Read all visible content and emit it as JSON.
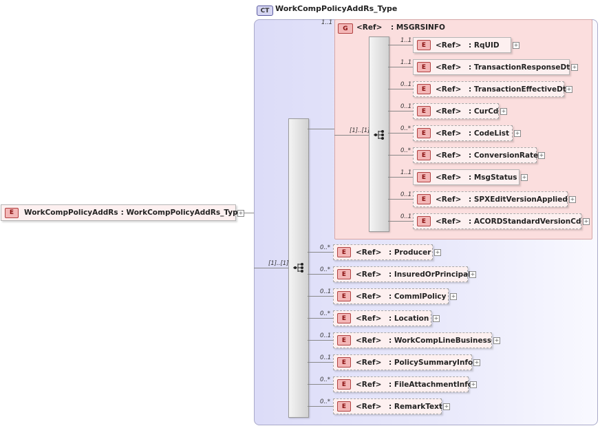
{
  "complex_type": {
    "badge": "CT",
    "name": "WorkCompPolicyAddRs_Type"
  },
  "root": {
    "badge": "E",
    "name": "WorkCompPolicyAddRs",
    "type": ": WorkCompPolicyAddRs_Type"
  },
  "outer_sequence": {
    "cardinality": "[1]..[1]"
  },
  "group": {
    "badge": "G",
    "ref": "<Ref>",
    "name": ": MSGRSINFO",
    "cardinality": "1..1"
  },
  "inner_sequence": {
    "cardinality": "[1]..[1]"
  },
  "group_elements": [
    {
      "badge": "E",
      "ref": "<Ref>",
      "name": ": RqUID",
      "card": "1..1",
      "optional": false
    },
    {
      "badge": "E",
      "ref": "<Ref>",
      "name": ": TransactionResponseDt",
      "card": "1..1",
      "optional": false
    },
    {
      "badge": "E",
      "ref": "<Ref>",
      "name": ": TransactionEffectiveDt",
      "card": "0..1",
      "optional": true
    },
    {
      "badge": "E",
      "ref": "<Ref>",
      "name": ": CurCd",
      "card": "0..1",
      "optional": true
    },
    {
      "badge": "E",
      "ref": "<Ref>",
      "name": ": CodeList",
      "card": "0..*",
      "optional": true
    },
    {
      "badge": "E",
      "ref": "<Ref>",
      "name": ": ConversionRate",
      "card": "0..*",
      "optional": true
    },
    {
      "badge": "E",
      "ref": "<Ref>",
      "name": ": MsgStatus",
      "card": "1..1",
      "optional": false
    },
    {
      "badge": "E",
      "ref": "<Ref>",
      "name": ": SPXEditVersionApplied",
      "card": "0..1",
      "optional": true
    },
    {
      "badge": "E",
      "ref": "<Ref>",
      "name": ": ACORDStandardVersionCd",
      "card": "0..1",
      "optional": true
    }
  ],
  "outer_elements": [
    {
      "badge": "E",
      "ref": "<Ref>",
      "name": ": Producer",
      "card": "0..*",
      "optional": true
    },
    {
      "badge": "E",
      "ref": "<Ref>",
      "name": ": InsuredOrPrincipal",
      "card": "0..*",
      "optional": true
    },
    {
      "badge": "E",
      "ref": "<Ref>",
      "name": ": CommlPolicy",
      "card": "0..1",
      "optional": true
    },
    {
      "badge": "E",
      "ref": "<Ref>",
      "name": ": Location",
      "card": "0..*",
      "optional": true
    },
    {
      "badge": "E",
      "ref": "<Ref>",
      "name": ": WorkCompLineBusiness",
      "card": "0..1",
      "optional": true
    },
    {
      "badge": "E",
      "ref": "<Ref>",
      "name": ": PolicySummaryInfo",
      "card": "0..1",
      "optional": true
    },
    {
      "badge": "E",
      "ref": "<Ref>",
      "name": ": FileAttachmentInfo",
      "card": "0..*",
      "optional": true
    },
    {
      "badge": "E",
      "ref": "<Ref>",
      "name": ": RemarkText",
      "card": "0..*",
      "optional": true
    }
  ],
  "expand_symbol": "+"
}
